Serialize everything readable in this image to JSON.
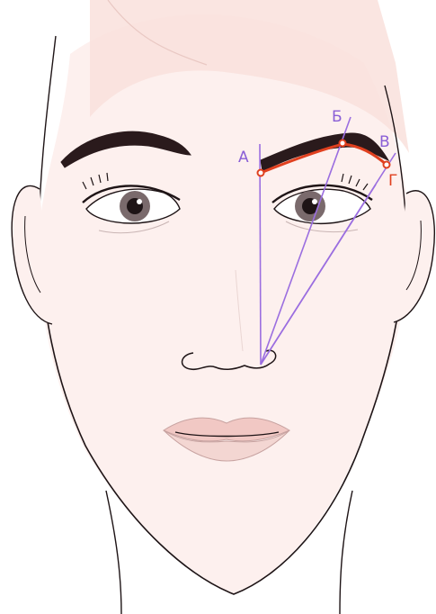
{
  "figure": {
    "labels": {
      "a": "А",
      "b": "Б",
      "v": "В",
      "g": "Г"
    }
  },
  "colors": {
    "guide_line": "#9b6ee0",
    "guide_label": "#8a5fd6",
    "brow_outline": "#e0401f",
    "point_label_g": "#e0401f",
    "skin": "#fdf0ee",
    "line_art": "#1e1416",
    "lips": "#f1c8c4"
  }
}
